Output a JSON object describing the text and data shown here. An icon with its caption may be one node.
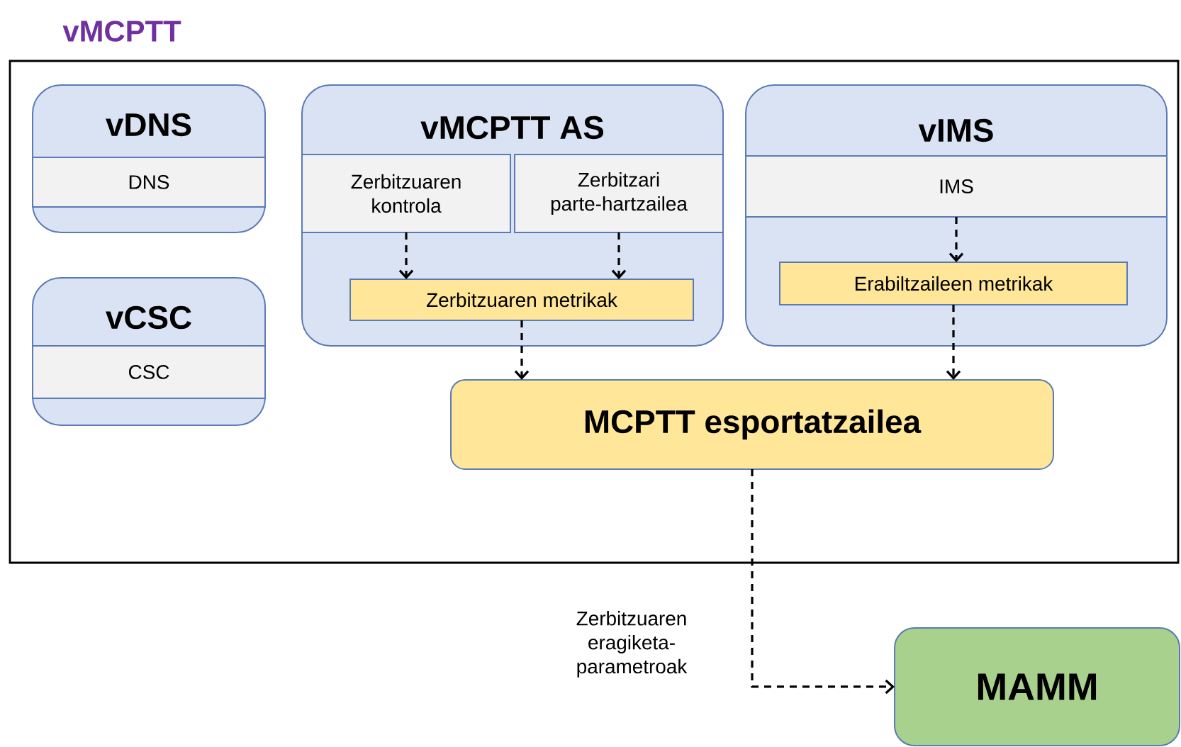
{
  "diagram": {
    "nodes": [
      {
        "text": [
          "vMCPTT"
        ]
      },
      {
        "text": [
          "vDNS"
        ],
        "in": 0
      },
      {
        "text": [
          "DNS"
        ],
        "in": 1
      },
      {
        "text": [
          "vCSC"
        ],
        "in": 0
      },
      {
        "text": [
          "CSC"
        ],
        "in": 3
      },
      {
        "text": [
          "vMCPTT AS"
        ],
        "in": 0
      },
      {
        "text": [
          "Zerbitzuaren kontrola"
        ],
        "in": 5
      },
      {
        "text": [
          "Zerbitzari parte-hartzailea"
        ],
        "in": 5
      },
      {
        "text": [
          "Zerbitzuaren metrikak"
        ],
        "in": 5
      },
      {
        "text": [
          "vIMS"
        ],
        "in": 0
      },
      {
        "text": [
          "IMS"
        ],
        "in": 9
      },
      {
        "text": [
          "Erabiltzaileen metrikak"
        ],
        "in": 9
      },
      {
        "text": [
          "MCPTT esportatzailea"
        ],
        "in": 0
      },
      {
        "text": [
          "MAMM"
        ]
      }
    ],
    "edges": [
      {
        "from": 6,
        "to": 8,
        "arrow": "to",
        "style": "dashed"
      },
      {
        "from": 7,
        "to": 8,
        "arrow": "to",
        "style": "dashed"
      },
      {
        "from": 10,
        "to": 11,
        "arrow": "to",
        "style": "dashed"
      },
      {
        "from": 8,
        "to": 12,
        "arrow": "to",
        "style": "dashed"
      },
      {
        "from": 11,
        "to": 12,
        "arrow": "to",
        "style": "dashed"
      },
      {
        "from": 12,
        "to": 13,
        "arrow": "to",
        "style": "dashed",
        "label": "Zerbitzuaren eragiketa- parametroak"
      }
    ]
  }
}
